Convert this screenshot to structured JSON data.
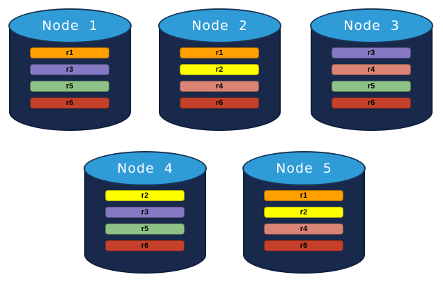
{
  "diagram": {
    "description": "Five database nodes with replicated partitions",
    "background": "#FFFFFF",
    "node_style": {
      "body_color": "#18294C",
      "body_stroke": "#0E1E3C",
      "top_color": "#2F9CD8",
      "top_stroke": "#1A3557",
      "title_color": "#FFFFFF",
      "label_color": "#000000"
    },
    "partition_colors": {
      "r1": "#FFA000",
      "r2": "#FFFF00",
      "r3": "#8679C4",
      "r4": "#D98474",
      "r5": "#8EC186",
      "r6": "#C5402A"
    },
    "nodes": [
      {
        "title": "Node  1",
        "partitions": [
          "r1",
          "r3",
          "r5",
          "r6"
        ]
      },
      {
        "title": "Node  2",
        "partitions": [
          "r1",
          "r2",
          "r4",
          "r6"
        ]
      },
      {
        "title": "Node  3",
        "partitions": [
          "r3",
          "r4",
          "r5",
          "r6"
        ]
      },
      {
        "title": "Node  4",
        "partitions": [
          "r2",
          "r3",
          "r5",
          "r6"
        ]
      },
      {
        "title": "Node  5",
        "partitions": [
          "r1",
          "r2",
          "r4",
          "r6"
        ]
      }
    ]
  }
}
